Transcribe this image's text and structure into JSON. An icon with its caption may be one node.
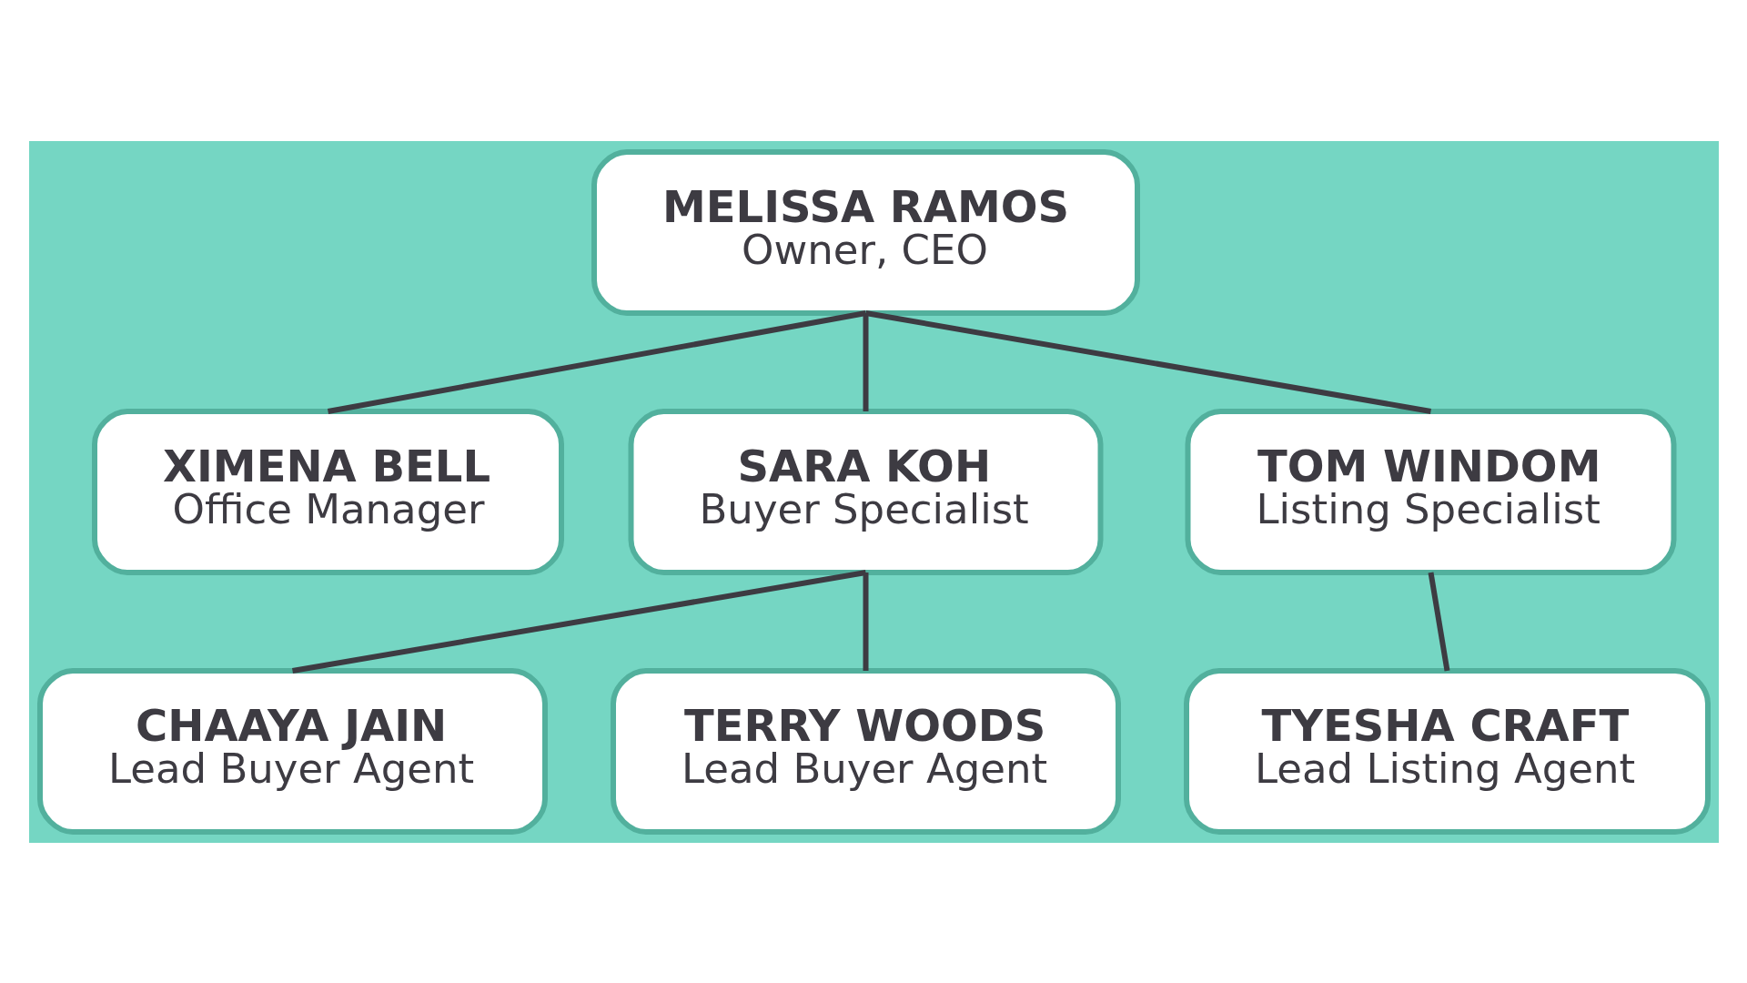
{
  "diagram": {
    "nodes": [
      {
        "text": [
          "MELISSA RAMOS",
          "Owner, CEO"
        ]
      },
      {
        "text": [
          "XIMENA BELL",
          "Office Manager"
        ]
      },
      {
        "text": [
          "SARA KOH",
          "Buyer Specialist"
        ]
      },
      {
        "text": [
          "TOM WINDOM",
          "Listing Specialist"
        ]
      },
      {
        "text": [
          "CHAAYA JAIN",
          "Lead Buyer Agent"
        ]
      },
      {
        "text": [
          "TERRY WOODS",
          "Lead Buyer Agent"
        ]
      },
      {
        "text": [
          "TYESHA CRAFT",
          "Lead Listing Agent"
        ]
      }
    ],
    "edges": [
      {
        "from": 0,
        "to": 1,
        "arrow": "none"
      },
      {
        "from": 0,
        "to": 2,
        "arrow": "none"
      },
      {
        "from": 0,
        "to": 3,
        "arrow": "none"
      },
      {
        "from": 2,
        "to": 4,
        "arrow": "none"
      },
      {
        "from": 2,
        "to": 5,
        "arrow": "none"
      },
      {
        "from": 3,
        "to": 6,
        "arrow": "none"
      }
    ]
  }
}
